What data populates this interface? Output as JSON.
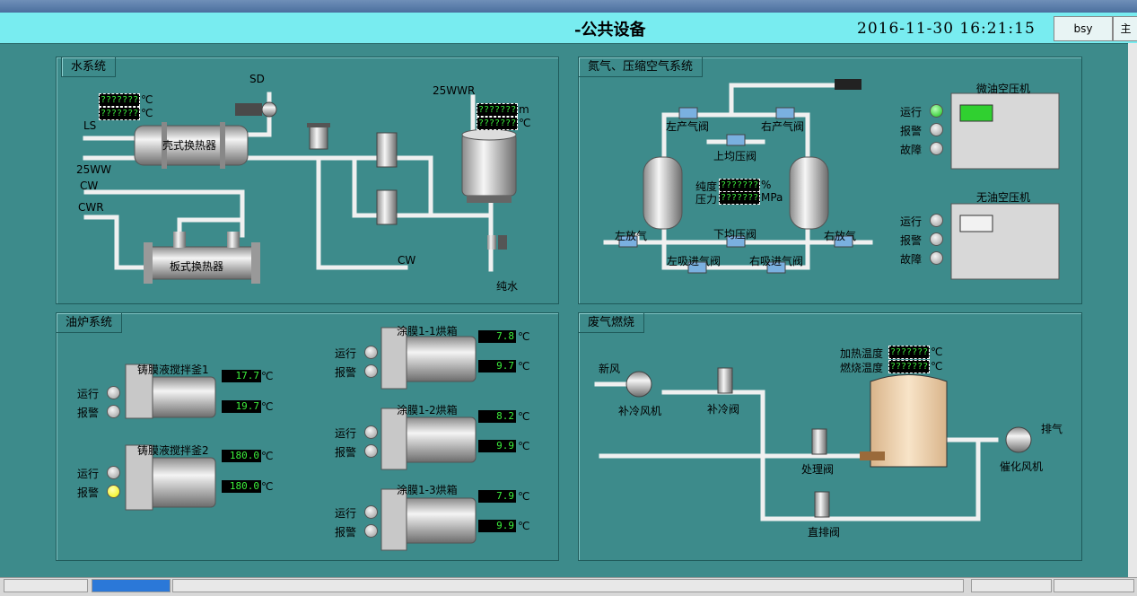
{
  "header": {
    "title": "-公共设备",
    "datetime": "2016-11-30  16:21:15",
    "user": "bsy",
    "main_button": "主"
  },
  "water": {
    "title": "水系统",
    "sd": "SD",
    "wwr": "25WWR",
    "ls": "LS",
    "ww": "25WW",
    "cw": "CW",
    "cwr": "CWR",
    "cw2": "CW",
    "shell_hx": "壳式换热器",
    "plate_hx": "板式换热器",
    "pure_water": "纯水",
    "temp1": "???????",
    "temp2": "???????",
    "unit_c": "℃",
    "tank_level": "???????",
    "tank_temp": "???????",
    "unit_m": "m"
  },
  "gas": {
    "title": "氮气、压缩空气系统",
    "left_prod": "左产气阀",
    "right_prod": "右产气阀",
    "upper_eq": "上均压阀",
    "lower_eq": "下均压阀",
    "left_vent": "左放气",
    "right_vent": "右放气",
    "left_intake": "左吸进气阀",
    "right_intake": "右吸进气阀",
    "purity_label": "纯度",
    "purity": "???????",
    "purity_unit": "%",
    "pressure_label": "压力",
    "pressure": "???????",
    "pressure_unit": "MPa",
    "comp1": {
      "name": "微油空压机",
      "run": "运行",
      "alarm": "报警",
      "fault": "故障"
    },
    "comp2": {
      "name": "无油空压机",
      "run": "运行",
      "alarm": "报警",
      "fault": "故障"
    }
  },
  "oil": {
    "title": "油炉系统",
    "kettle1": {
      "name": "铸膜液搅拌釜1",
      "t1": "17.7",
      "t2": "19.7",
      "run": "运行",
      "alarm": "报警"
    },
    "kettle2": {
      "name": "铸膜液搅拌釜2",
      "t1": "180.0",
      "t2": "180.0",
      "run": "运行",
      "alarm": "报警"
    },
    "oven1": {
      "name": "涂膜1-1烘箱",
      "t1": "7.8",
      "t2": "9.7",
      "run": "运行",
      "alarm": "报警"
    },
    "oven2": {
      "name": "涂膜1-2烘箱",
      "t1": "8.2",
      "t2": "9.9",
      "run": "运行",
      "alarm": "报警"
    },
    "oven3": {
      "name": "涂膜1-3烘箱",
      "t1": "7.9",
      "t2": "9.9",
      "run": "运行",
      "alarm": "报警"
    },
    "unit_c": "℃"
  },
  "exhaust": {
    "title": "废气燃烧",
    "fresh_air": "新风",
    "fan": "补冷风机",
    "cool_valve": "补冷阀",
    "treat_valve": "处理阀",
    "direct_valve": "直排阀",
    "exhaust": "排气",
    "cat_fan": "催化风机",
    "heat_label": "加热温度",
    "heat_temp": "???????",
    "burn_label": "燃烧温度",
    "burn_temp": "???????",
    "unit_c": "℃"
  }
}
